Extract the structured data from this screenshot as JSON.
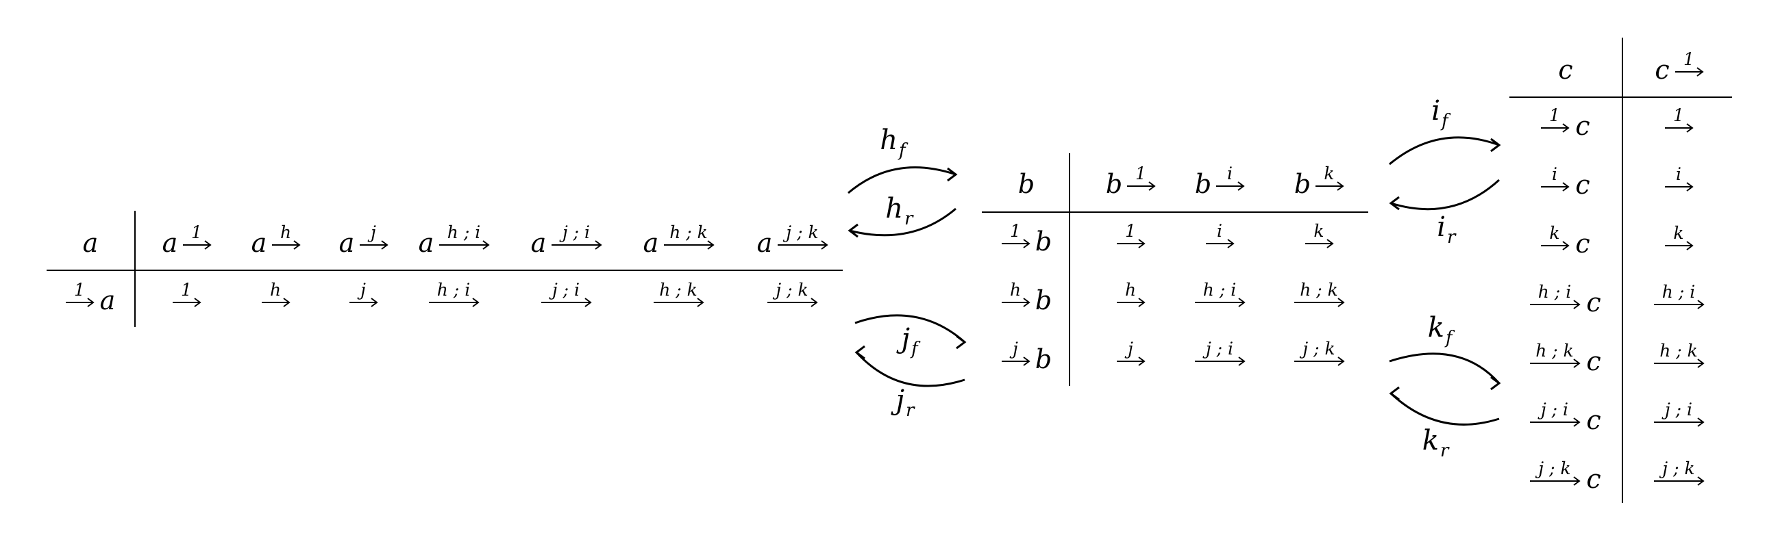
{
  "tables": [
    {
      "id": "a",
      "corner": {
        "head": "a",
        "row": {
          "label": "1",
          "obj": "a"
        }
      },
      "col_heads": [
        {
          "obj": "a",
          "label": "1"
        },
        {
          "obj": "a",
          "label": "h"
        },
        {
          "obj": "a",
          "label": "j"
        },
        {
          "obj": "a",
          "label": "h ; i"
        },
        {
          "obj": "a",
          "label": "j ; i"
        },
        {
          "obj": "a",
          "label": "h ; k"
        },
        {
          "obj": "a",
          "label": "j ; k"
        }
      ],
      "rows": [
        {
          "head": {
            "label": "1",
            "obj": "a"
          },
          "cells": [
            "1",
            "h",
            "j",
            "h ; i",
            "j ; i",
            "h ; k",
            "j ; k"
          ]
        }
      ]
    },
    {
      "id": "b",
      "corner": {
        "head": "b"
      },
      "col_heads": [
        {
          "obj": "b",
          "label": "1"
        },
        {
          "obj": "b",
          "label": "i"
        },
        {
          "obj": "b",
          "label": "k"
        }
      ],
      "rows": [
        {
          "head": {
            "label": "1",
            "obj": "b"
          },
          "cells": [
            "1",
            "i",
            "k"
          ]
        },
        {
          "head": {
            "label": "h",
            "obj": "b"
          },
          "cells": [
            "h",
            "h ; i",
            "h ; k"
          ]
        },
        {
          "head": {
            "label": "j",
            "obj": "b"
          },
          "cells": [
            "j",
            "j ; i",
            "j ; k"
          ]
        }
      ]
    },
    {
      "id": "c",
      "corner": {
        "head": "c"
      },
      "col_heads": [
        {
          "obj": "c",
          "label": "1"
        }
      ],
      "rows": [
        {
          "head": {
            "label": "1",
            "obj": "c"
          },
          "cells": [
            "1"
          ]
        },
        {
          "head": {
            "label": "i",
            "obj": "c"
          },
          "cells": [
            "i"
          ]
        },
        {
          "head": {
            "label": "k",
            "obj": "c"
          },
          "cells": [
            "k"
          ]
        },
        {
          "head": {
            "label": "h ; i",
            "obj": "c"
          },
          "cells": [
            "h ; i"
          ]
        },
        {
          "head": {
            "label": "h ; k",
            "obj": "c"
          },
          "cells": [
            "h ; k"
          ]
        },
        {
          "head": {
            "label": "j ; i",
            "obj": "c"
          },
          "cells": [
            "j ; i"
          ]
        },
        {
          "head": {
            "label": "j ; k",
            "obj": "c"
          },
          "cells": [
            "j ; k"
          ]
        }
      ]
    }
  ],
  "maps": [
    {
      "id": "hf",
      "base": "h",
      "sub": "f",
      "direction": "forward",
      "from": "a",
      "to": "b"
    },
    {
      "id": "hr",
      "base": "h",
      "sub": "r",
      "direction": "backward",
      "from": "b",
      "to": "a"
    },
    {
      "id": "jf",
      "base": "j",
      "sub": "f",
      "direction": "forward",
      "from": "a",
      "to": "b"
    },
    {
      "id": "jr",
      "base": "j",
      "sub": "r",
      "direction": "backward",
      "from": "b",
      "to": "a"
    },
    {
      "id": "if",
      "base": "i",
      "sub": "f",
      "direction": "forward",
      "from": "b",
      "to": "c"
    },
    {
      "id": "ir",
      "base": "i",
      "sub": "r",
      "direction": "backward",
      "from": "c",
      "to": "b"
    },
    {
      "id": "kf",
      "base": "k",
      "sub": "f",
      "direction": "forward",
      "from": "b",
      "to": "c"
    },
    {
      "id": "kr",
      "base": "k",
      "sub": "r",
      "direction": "backward",
      "from": "c",
      "to": "b"
    }
  ]
}
